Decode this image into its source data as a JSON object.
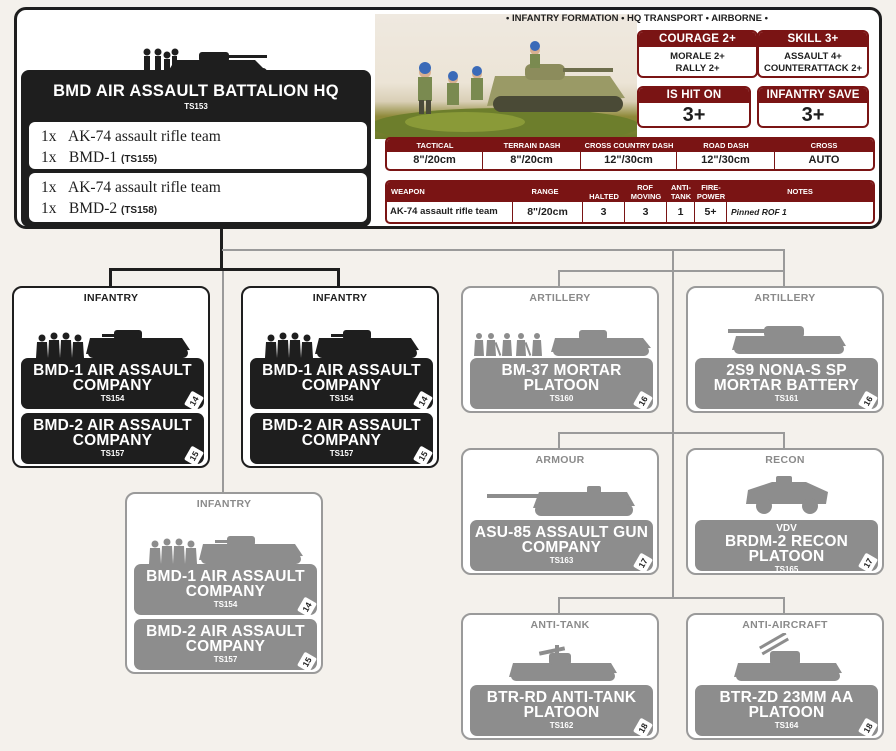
{
  "hq": {
    "title": "BMD AIR ASSAULT BATTALION HQ",
    "code": "TS153",
    "formation_tags": "• INFANTRY FORMATION • HQ TRANSPORT • AIRBORNE •",
    "options": [
      {
        "lines": [
          {
            "qty": "1x",
            "name": "AK-74 assault rifle team",
            "code": ""
          },
          {
            "qty": "1x",
            "name": "BMD-1",
            "code": "(TS155)"
          }
        ]
      },
      {
        "lines": [
          {
            "qty": "1x",
            "name": "AK-74 assault rifle team",
            "code": ""
          },
          {
            "qty": "1x",
            "name": "BMD-2",
            "code": "(TS158)"
          }
        ]
      }
    ],
    "courage": {
      "label": "COURAGE 2+",
      "l1": "MORALE 2+",
      "l2": "RALLY 2+"
    },
    "skill": {
      "label": "SKILL 3+",
      "l1": "ASSAULT 4+",
      "l2": "COUNTERATTACK 2+"
    },
    "hit_on": {
      "label": "IS HIT ON",
      "value": "3+"
    },
    "save": {
      "label": "INFANTRY SAVE",
      "value": "3+"
    },
    "movement": {
      "headers": [
        "TACTICAL",
        "TERRAIN DASH",
        "CROSS COUNTRY DASH",
        "ROAD DASH",
        "CROSS"
      ],
      "values": [
        "8\"/20cm",
        "8\"/20cm",
        "12\"/30cm",
        "12\"/30cm",
        "AUTO"
      ]
    },
    "weapons": {
      "h_weapon": "WEAPON",
      "h_range": "RANGE",
      "h_rof": "ROF",
      "h_halted": "HALTED",
      "h_moving": "MOVING",
      "h_at": "ANTI-\nTANK",
      "h_fp": "FIRE-\nPOWER",
      "h_notes": "NOTES",
      "rows": [
        {
          "weapon": "AK-74 assault rifle team",
          "range": "8\"/20cm",
          "halted": "3",
          "moving": "3",
          "at": "1",
          "fp": "5+",
          "notes": "Pinned ROF 1"
        }
      ]
    }
  },
  "cards": [
    {
      "id": "inf-a",
      "category": "INFANTRY",
      "style": "dark",
      "plates": [
        {
          "title": "BMD-1 AIR ASSAULT COMPANY",
          "code": "TS154",
          "page": "14"
        },
        {
          "title": "BMD-2 AIR ASSAULT COMPANY",
          "code": "TS157",
          "page": "15"
        }
      ]
    },
    {
      "id": "inf-b",
      "category": "INFANTRY",
      "style": "dark",
      "plates": [
        {
          "title": "BMD-1 AIR ASSAULT COMPANY",
          "code": "TS154",
          "page": "14"
        },
        {
          "title": "BMD-2 AIR ASSAULT COMPANY",
          "code": "TS157",
          "page": "15"
        }
      ]
    },
    {
      "id": "inf-c",
      "category": "INFANTRY",
      "style": "grey",
      "plates": [
        {
          "title": "BMD-1 AIR ASSAULT COMPANY",
          "code": "TS154",
          "page": "14"
        },
        {
          "title": "BMD-2 AIR ASSAULT COMPANY",
          "code": "TS157",
          "page": "15"
        }
      ]
    },
    {
      "id": "art-a",
      "category": "ARTILLERY",
      "style": "grey",
      "plates": [
        {
          "title": "BM-37 MORTAR PLATOON",
          "code": "TS160",
          "page": "16"
        }
      ]
    },
    {
      "id": "art-b",
      "category": "ARTILLERY",
      "style": "grey",
      "plates": [
        {
          "title": "2S9 NONA-S SP MORTAR BATTERY",
          "code": "TS161",
          "page": "16"
        }
      ]
    },
    {
      "id": "armour",
      "category": "ARMOUR",
      "style": "grey",
      "plates": [
        {
          "title": "ASU-85 ASSAULT GUN COMPANY",
          "code": "TS163",
          "page": "17"
        }
      ]
    },
    {
      "id": "recon",
      "category": "RECON",
      "style": "grey",
      "plates": [
        {
          "sub": "VDV",
          "title": "BRDM-2 RECON PLATOON",
          "code": "TS165",
          "page": "17"
        }
      ]
    },
    {
      "id": "anti-tank",
      "category": "ANTI-TANK",
      "style": "grey",
      "plates": [
        {
          "title": "BTR-RD ANTI-TANK PLATOON",
          "code": "TS162",
          "page": "18"
        }
      ]
    },
    {
      "id": "anti-aircraft",
      "category": "ANTI-AIRCRAFT",
      "style": "grey",
      "plates": [
        {
          "title": "BTR-ZD 23MM AA PLATOON",
          "code": "TS164",
          "page": "18"
        }
      ]
    }
  ],
  "colors": {
    "accent": "#7a1414",
    "dark": "#1e1e1e",
    "grey": "#8d8d8d"
  }
}
